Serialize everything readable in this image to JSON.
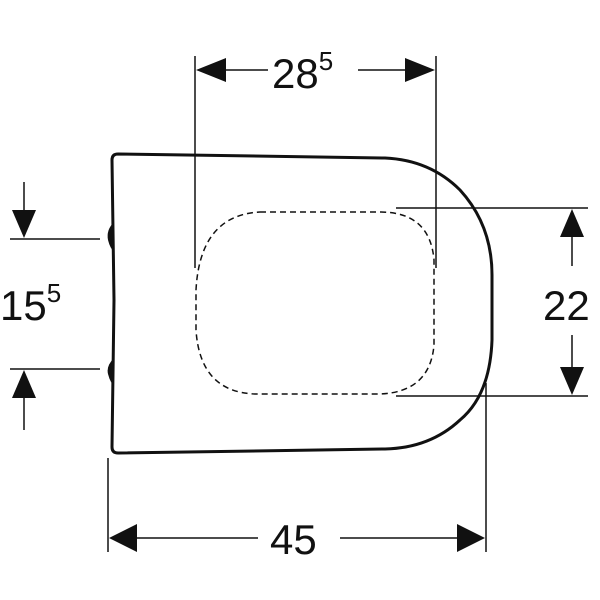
{
  "drawing": {
    "type": "technical-dimension-drawing",
    "subject": "toilet seat top view",
    "unit_implied": "cm",
    "line_color": "#111111",
    "background": "#ffffff"
  },
  "dimensions": {
    "top_width": {
      "base": "28",
      "superscript": "5",
      "value": 28.5
    },
    "left_spacing": {
      "base": "15",
      "superscript": "5",
      "value": 15.5
    },
    "right_height": {
      "base": "22",
      "superscript": "",
      "value": 22
    },
    "overall_length": {
      "base": "45",
      "superscript": "",
      "value": 45
    }
  }
}
